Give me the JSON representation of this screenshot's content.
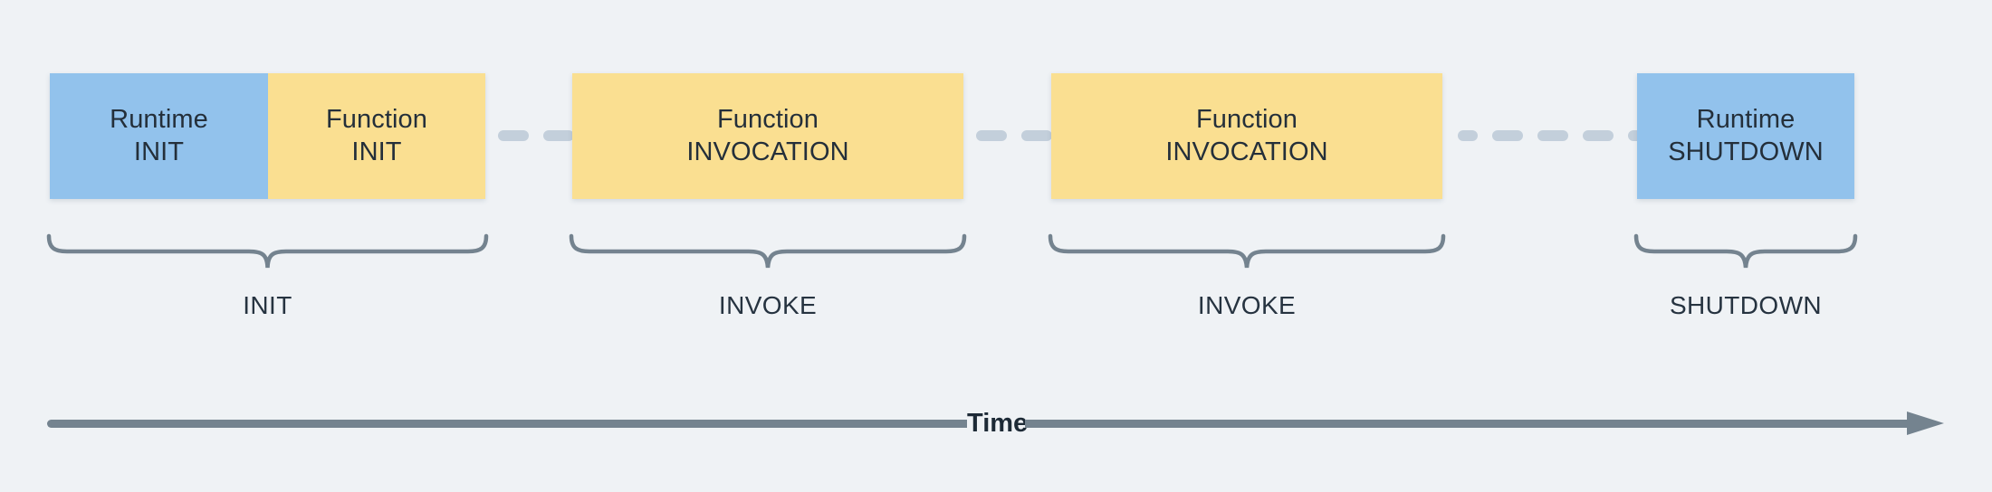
{
  "diagram": {
    "background_color": "#eff2f5",
    "colors": {
      "runtime_block": "#92c2ec",
      "function_block": "#fadf91",
      "connector_dash": "#c3cfdb",
      "brace_stroke": "#74838f",
      "axis": "#74838f",
      "text": "#242f3a"
    },
    "lifecycle_blocks": [
      {
        "id": "init",
        "segments": [
          {
            "owner": "Runtime",
            "stage": "INIT",
            "fill": "runtime_block"
          },
          {
            "owner": "Function",
            "stage": "INIT",
            "fill": "function_block"
          }
        ]
      },
      {
        "id": "invoke-1",
        "segments": [
          {
            "owner": "Function",
            "stage": "INVOCATION",
            "fill": "function_block"
          }
        ]
      },
      {
        "id": "invoke-2",
        "segments": [
          {
            "owner": "Function",
            "stage": "INVOCATION",
            "fill": "function_block"
          }
        ]
      },
      {
        "id": "shutdown",
        "segments": [
          {
            "owner": "Runtime",
            "stage": "SHUTDOWN",
            "fill": "runtime_block"
          }
        ]
      }
    ],
    "connectors": [
      {
        "id": "conn-1",
        "dash_count": 2
      },
      {
        "id": "conn-2",
        "dash_count": 2
      },
      {
        "id": "conn-3",
        "dash_count": 5
      }
    ],
    "phase_labels": [
      {
        "id": "init",
        "text": "INIT"
      },
      {
        "id": "invoke-1",
        "text": "INVOKE"
      },
      {
        "id": "invoke-2",
        "text": "INVOKE"
      },
      {
        "id": "shutdown",
        "text": "SHUTDOWN"
      }
    ],
    "axis": {
      "label": "Time",
      "direction": "left-to-right"
    }
  }
}
